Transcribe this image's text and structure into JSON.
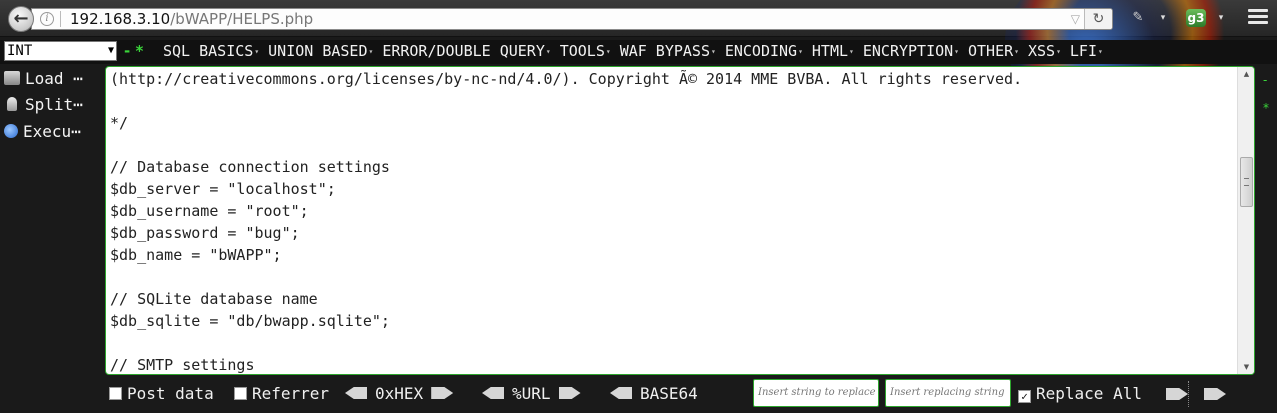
{
  "browser": {
    "url_host": "192.168.3.10",
    "url_path": "/bWAPP/HELPS.php",
    "info_glyph": "i",
    "back_glyph": "←",
    "reload_glyph": "↻",
    "dropdown_glyph": "▽",
    "addon_glyph": "g3"
  },
  "hackbar": {
    "type_value": "INT",
    "green_marks": "- *",
    "menus": [
      {
        "label": "SQL BASICS"
      },
      {
        "label": "UNION BASED"
      },
      {
        "label": "ERROR/DOUBLE QUERY"
      },
      {
        "label": "TOOLS"
      },
      {
        "label": "WAF BYPASS"
      },
      {
        "label": "ENCODING"
      },
      {
        "label": "HTML"
      },
      {
        "label": "ENCRYPTION"
      },
      {
        "label": "OTHER"
      },
      {
        "label": "XSS"
      },
      {
        "label": "LFI"
      }
    ],
    "actions": {
      "load": "Load ⋯",
      "split": "Split⋯",
      "execute": "Execu⋯"
    },
    "right_marks": [
      "-",
      "*"
    ]
  },
  "editor": {
    "lines": [
      "(http://creativecommons.org/licenses/by-nc-nd/4.0/). Copyright Ã© 2014 MME BVBA. All rights reserved.",
      "",
      "*/",
      "",
      "// Database connection settings",
      "$db_server = \"localhost\";",
      "$db_username = \"root\";",
      "$db_password = \"bug\";",
      "$db_name = \"bWAPP\";",
      "",
      "// SQLite database name",
      "$db_sqlite = \"db/bwapp.sqlite\";",
      "",
      "// SMTP settings"
    ],
    "scroll_position": 0.33
  },
  "bottom": {
    "post_data": {
      "label": "Post data",
      "checked": false
    },
    "referrer": {
      "label": "Referrer",
      "checked": false
    },
    "hex": "0xHEX",
    "url": "%URL",
    "base64": "BASE64",
    "find_placeholder": "Insert string to replace",
    "replace_placeholder": "Insert replacing string",
    "replace_all": {
      "label": "Replace All",
      "checked": true
    }
  },
  "colors": {
    "accent_green": "#2da52d",
    "mark_green": "#3ad43a",
    "toolbar_bg": "#111111"
  }
}
